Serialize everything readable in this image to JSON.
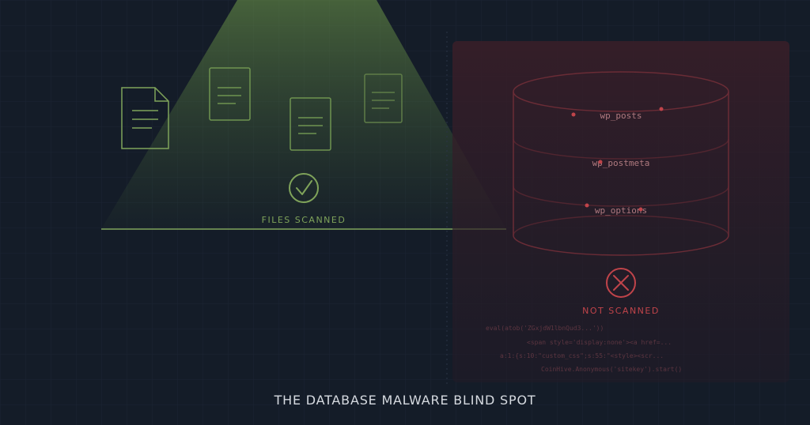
{
  "colors": {
    "background": "#141c28",
    "scanned_green": "#7fa35a",
    "unscanned_red": "#c0444a",
    "title_text": "#d6dae0"
  },
  "scanned": {
    "label": "FILES SCANNED",
    "status_icon": "checkmark-circle-icon",
    "file_icon": "document-icon"
  },
  "database": {
    "tables": [
      "wp_posts",
      "wp_postmeta",
      "wp_options"
    ],
    "label": "NOT SCANNED",
    "status_icon": "x-circle-icon",
    "code_lines": [
      "eval(atob('ZGxjdW1lbnQud3...'))",
      "<span style='display:none'><a href=...",
      "a:1:{s:10:\"custom_css\";s:55:\"<style><scr...",
      "CoinHive.Anonymous('sitekey').start()"
    ]
  },
  "title": "THE DATABASE MALWARE BLIND SPOT"
}
